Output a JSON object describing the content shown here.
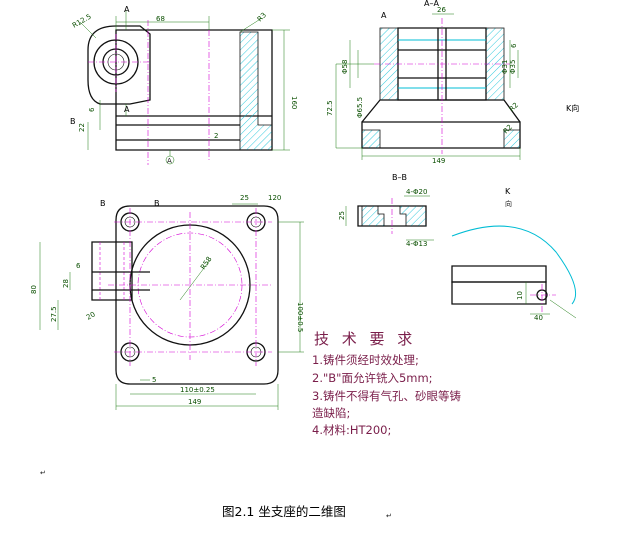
{
  "views": {
    "section_aa": "A–A",
    "section_bb": "B–B",
    "view_k_label": "K",
    "view_k_sub": "向",
    "k_direction_note": "K向",
    "section_mark_a": "A",
    "section_mark_b": "B"
  },
  "dimensions": {
    "front": [
      "68",
      "R12.5",
      "R3",
      "160",
      "22",
      "6",
      "2",
      "A"
    ],
    "section": [
      "26",
      "149",
      "72.5",
      "Φ58",
      "Φ65.5",
      "Φ31",
      "Φ35",
      "R2",
      "R2",
      "6"
    ],
    "top": [
      "25",
      "120",
      "R58",
      "80",
      "27.5",
      "28",
      "6",
      "20",
      "100±0.5",
      "110±0.25",
      "149",
      "5"
    ],
    "bb": [
      "4-Φ20",
      "25",
      "4-Φ13"
    ],
    "k": [
      "10",
      "40"
    ]
  },
  "requirements": {
    "title": "技 术 要 求",
    "items": [
      "1.铸件须经时效处理;",
      "2.\"B\"面允许铣入5mm;",
      "3.铸件不得有气孔、砂眼等铸",
      "造缺陷;",
      "4.材料:HT200;"
    ]
  },
  "caption": "图2.1  坐支座的二维图",
  "return_mark": "↵",
  "colors": {
    "outline": "#111111",
    "centerline": "#d400d4",
    "dimension": "#1c7a10",
    "hatch": "#00bcd4",
    "requirement_text": "#7a1e4a"
  }
}
